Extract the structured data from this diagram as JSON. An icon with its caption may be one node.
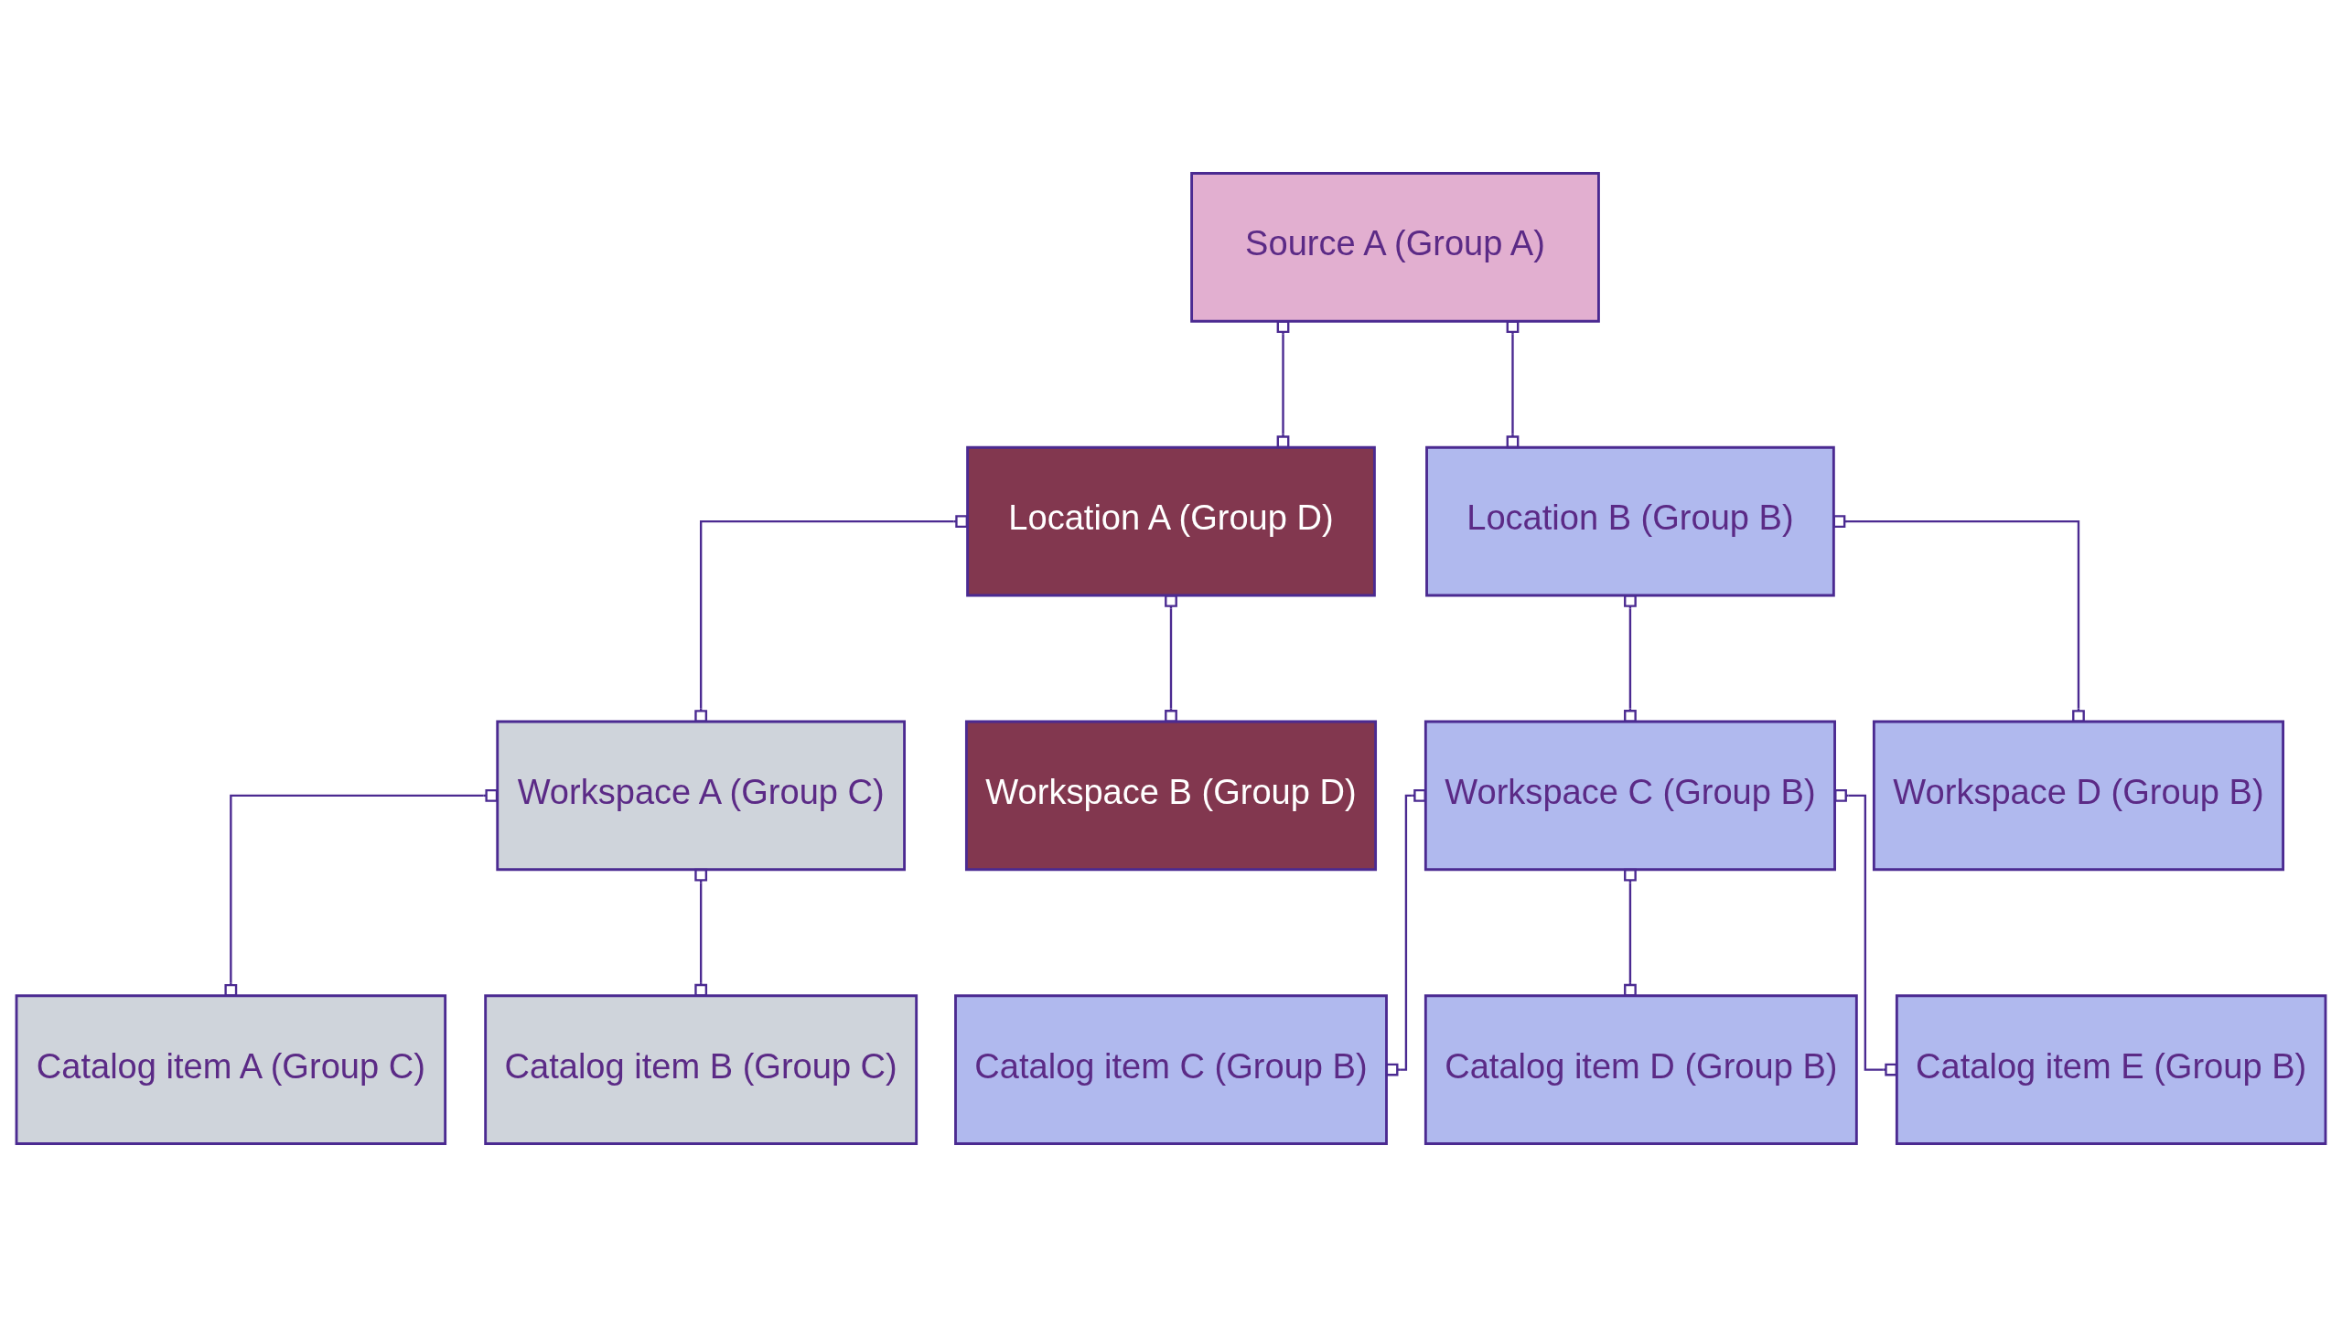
{
  "diagram": {
    "nodes": [
      {
        "text": [
          "Source A (Group A)"
        ]
      },
      {
        "text": [
          "Location A (Group D)"
        ]
      },
      {
        "text": [
          "Location B (Group B)"
        ]
      },
      {
        "text": [
          "Workspace A (Group C)"
        ]
      },
      {
        "text": [
          "Workspace B (Group D)"
        ]
      },
      {
        "text": [
          "Workspace C (Group B)"
        ]
      },
      {
        "text": [
          "Workspace D (Group B)"
        ]
      },
      {
        "text": [
          "Catalog item A (Group C)"
        ]
      },
      {
        "text": [
          "Catalog item B (Group C)"
        ]
      },
      {
        "text": [
          "Catalog item C (Group B)"
        ]
      },
      {
        "text": [
          "Catalog item D (Group B)"
        ]
      },
      {
        "text": [
          "Catalog item E (Group B)"
        ]
      }
    ],
    "edges": [
      {
        "from": 0,
        "to": 1,
        "arrow": "other"
      },
      {
        "from": 0,
        "to": 2,
        "arrow": "other"
      },
      {
        "from": 1,
        "to": 3,
        "arrow": "other"
      },
      {
        "from": 1,
        "to": 4,
        "arrow": "other"
      },
      {
        "from": 2,
        "to": 5,
        "arrow": "other"
      },
      {
        "from": 2,
        "to": 6,
        "arrow": "other"
      },
      {
        "from": 3,
        "to": 7,
        "arrow": "other"
      },
      {
        "from": 3,
        "to": 8,
        "arrow": "other"
      },
      {
        "from": 5,
        "to": 9,
        "arrow": "other"
      },
      {
        "from": 5,
        "to": 10,
        "arrow": "other"
      },
      {
        "from": 5,
        "to": 11,
        "arrow": "other"
      }
    ]
  }
}
